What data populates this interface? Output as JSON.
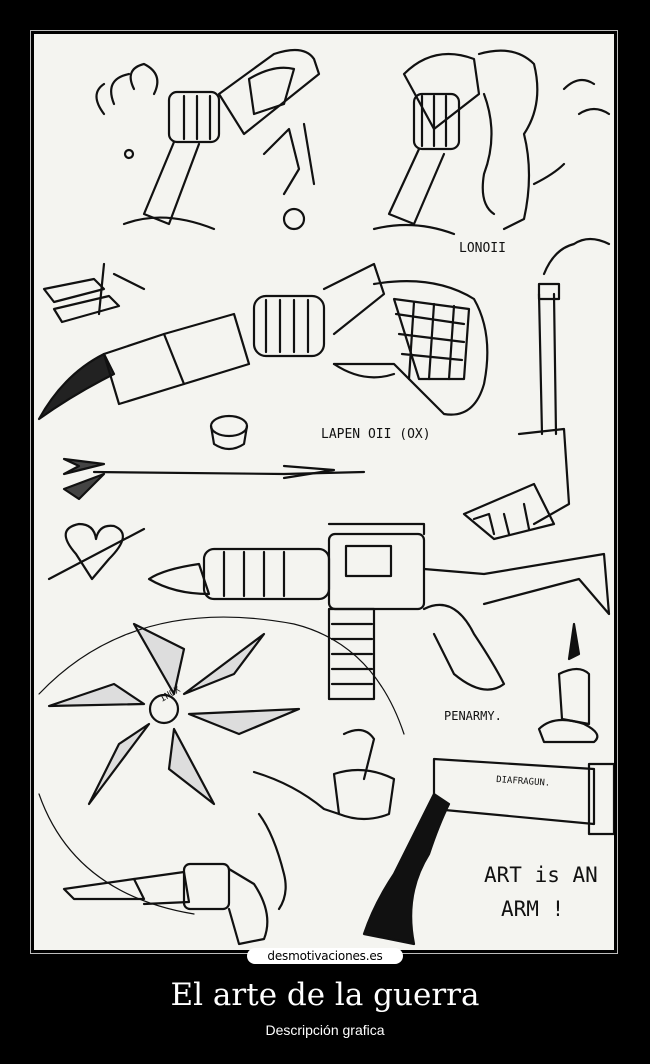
{
  "artwork": {
    "label_lonchi": "LONOII",
    "label_lapen": "LAPEN OII (OX)",
    "label_inox": "INOX",
    "label_penarmy": "PENARMY.",
    "label_diafragun": "DIAFRAGUN.",
    "label_art_line1": "ART is AN",
    "label_art_line2": "ARM !"
  },
  "watermark": "desmotivaciones.es",
  "title": "El arte de la guerra",
  "caption": "Descripción grafica"
}
